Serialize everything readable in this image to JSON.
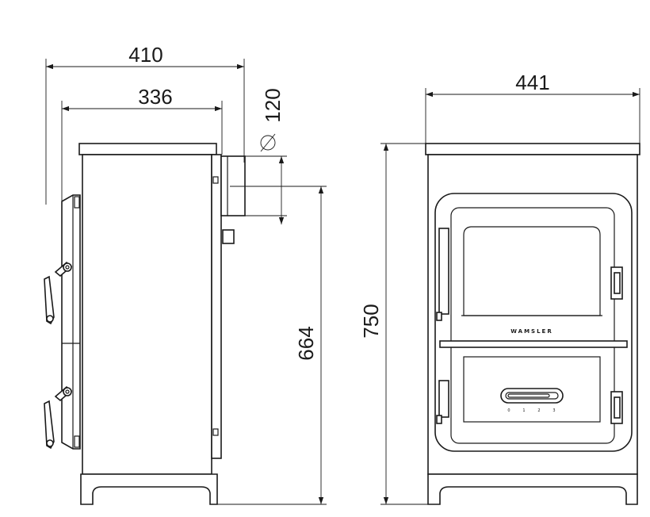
{
  "dimensions": {
    "side_total_depth": "410",
    "side_body_depth": "336",
    "flue_diameter": "120",
    "flue_height": "664",
    "front_width": "441",
    "front_height": "750"
  },
  "front_view": {
    "brand": "WAMSLER",
    "control_scale": [
      "0",
      "1",
      "2",
      "3"
    ]
  }
}
